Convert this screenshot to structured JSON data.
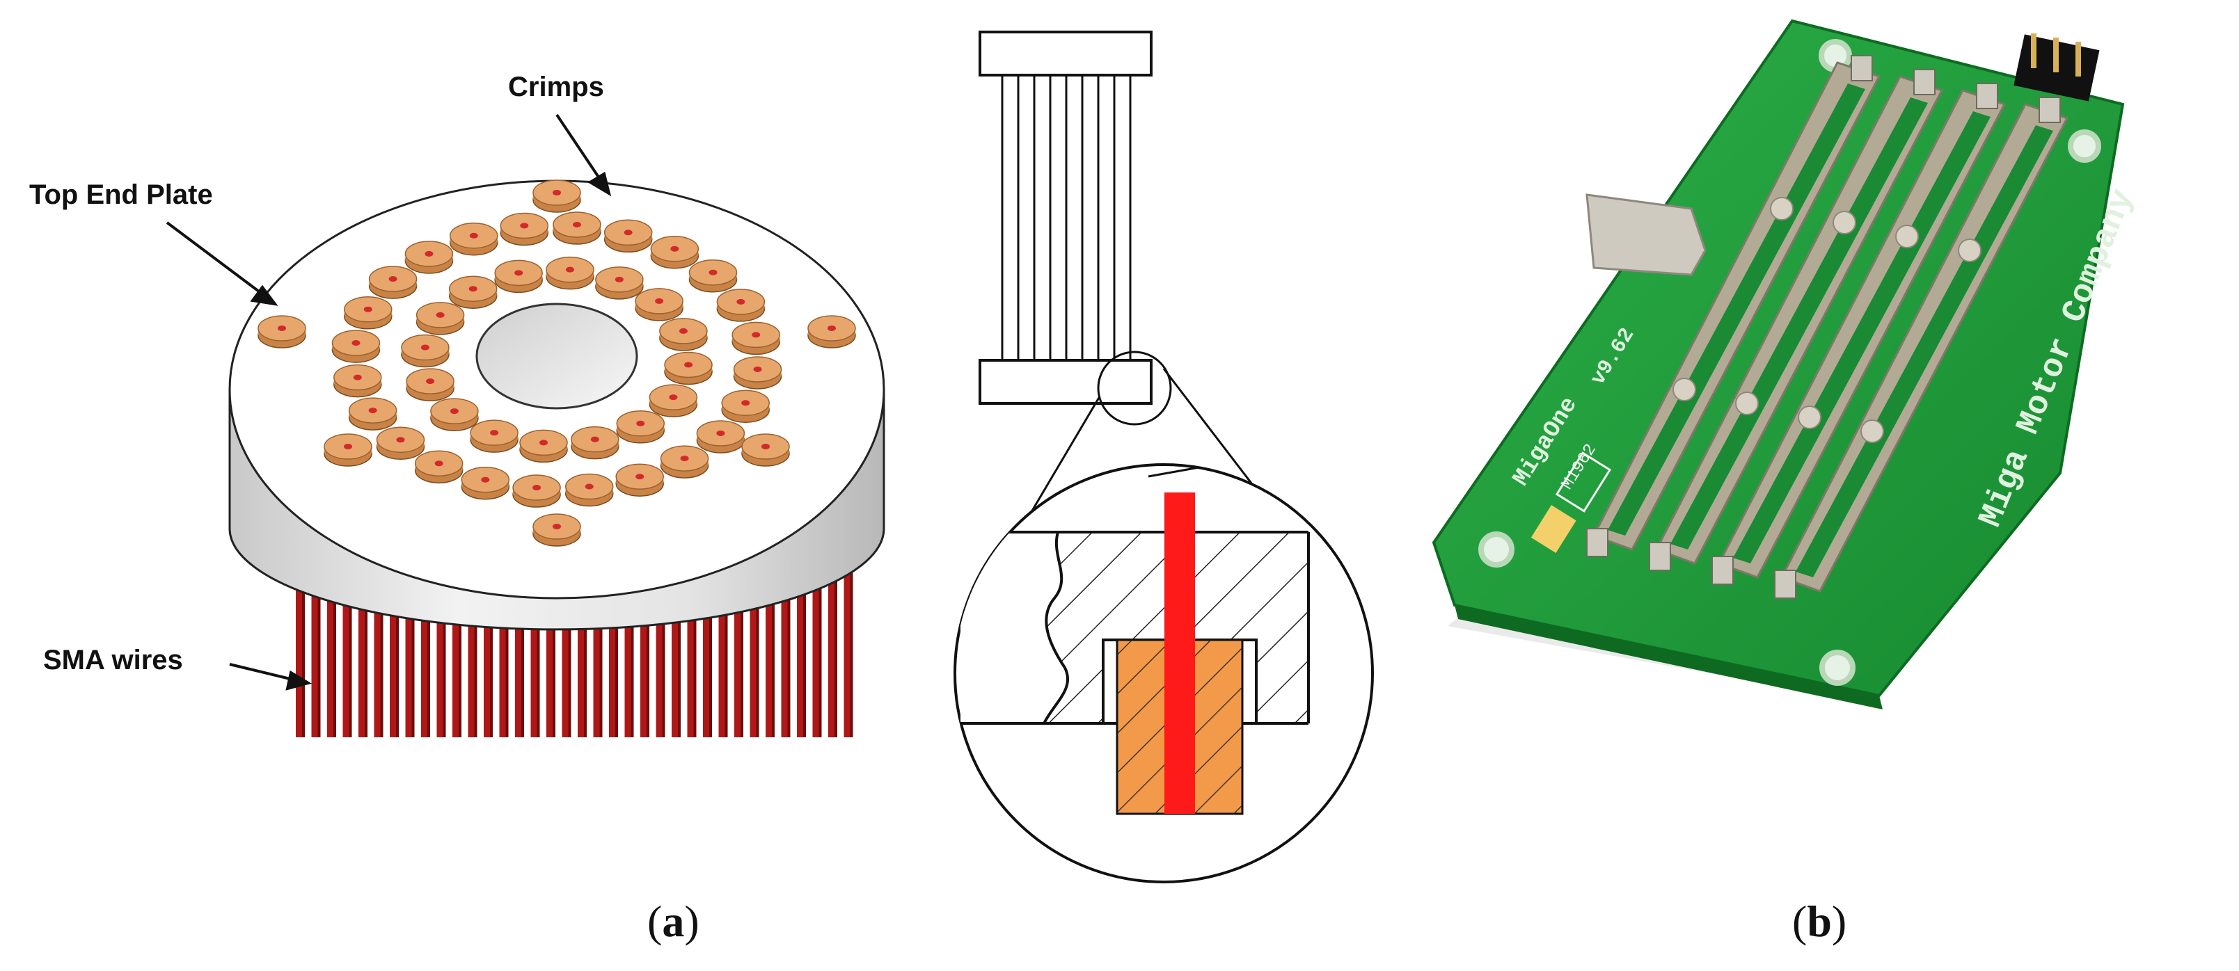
{
  "labels": {
    "crimps": "Crimps",
    "top_end_plate": "Top End Plate",
    "sma_wires": "SMA wires"
  },
  "board_text": {
    "brand": "MigaOne",
    "version": "v9.62",
    "part": "M1962",
    "company": "Miga Motor Company"
  },
  "captions": {
    "a": "a",
    "b": "b"
  },
  "colors": {
    "crimp": "#e7a66c",
    "crimp_dot": "#d22a2a",
    "wire": "#b01818",
    "red_wire": "#ff1a1a",
    "crimp_detail": "#f39a4a",
    "pcb_green": "#1f9a3a",
    "pcb_trace": "#b3aa96"
  }
}
